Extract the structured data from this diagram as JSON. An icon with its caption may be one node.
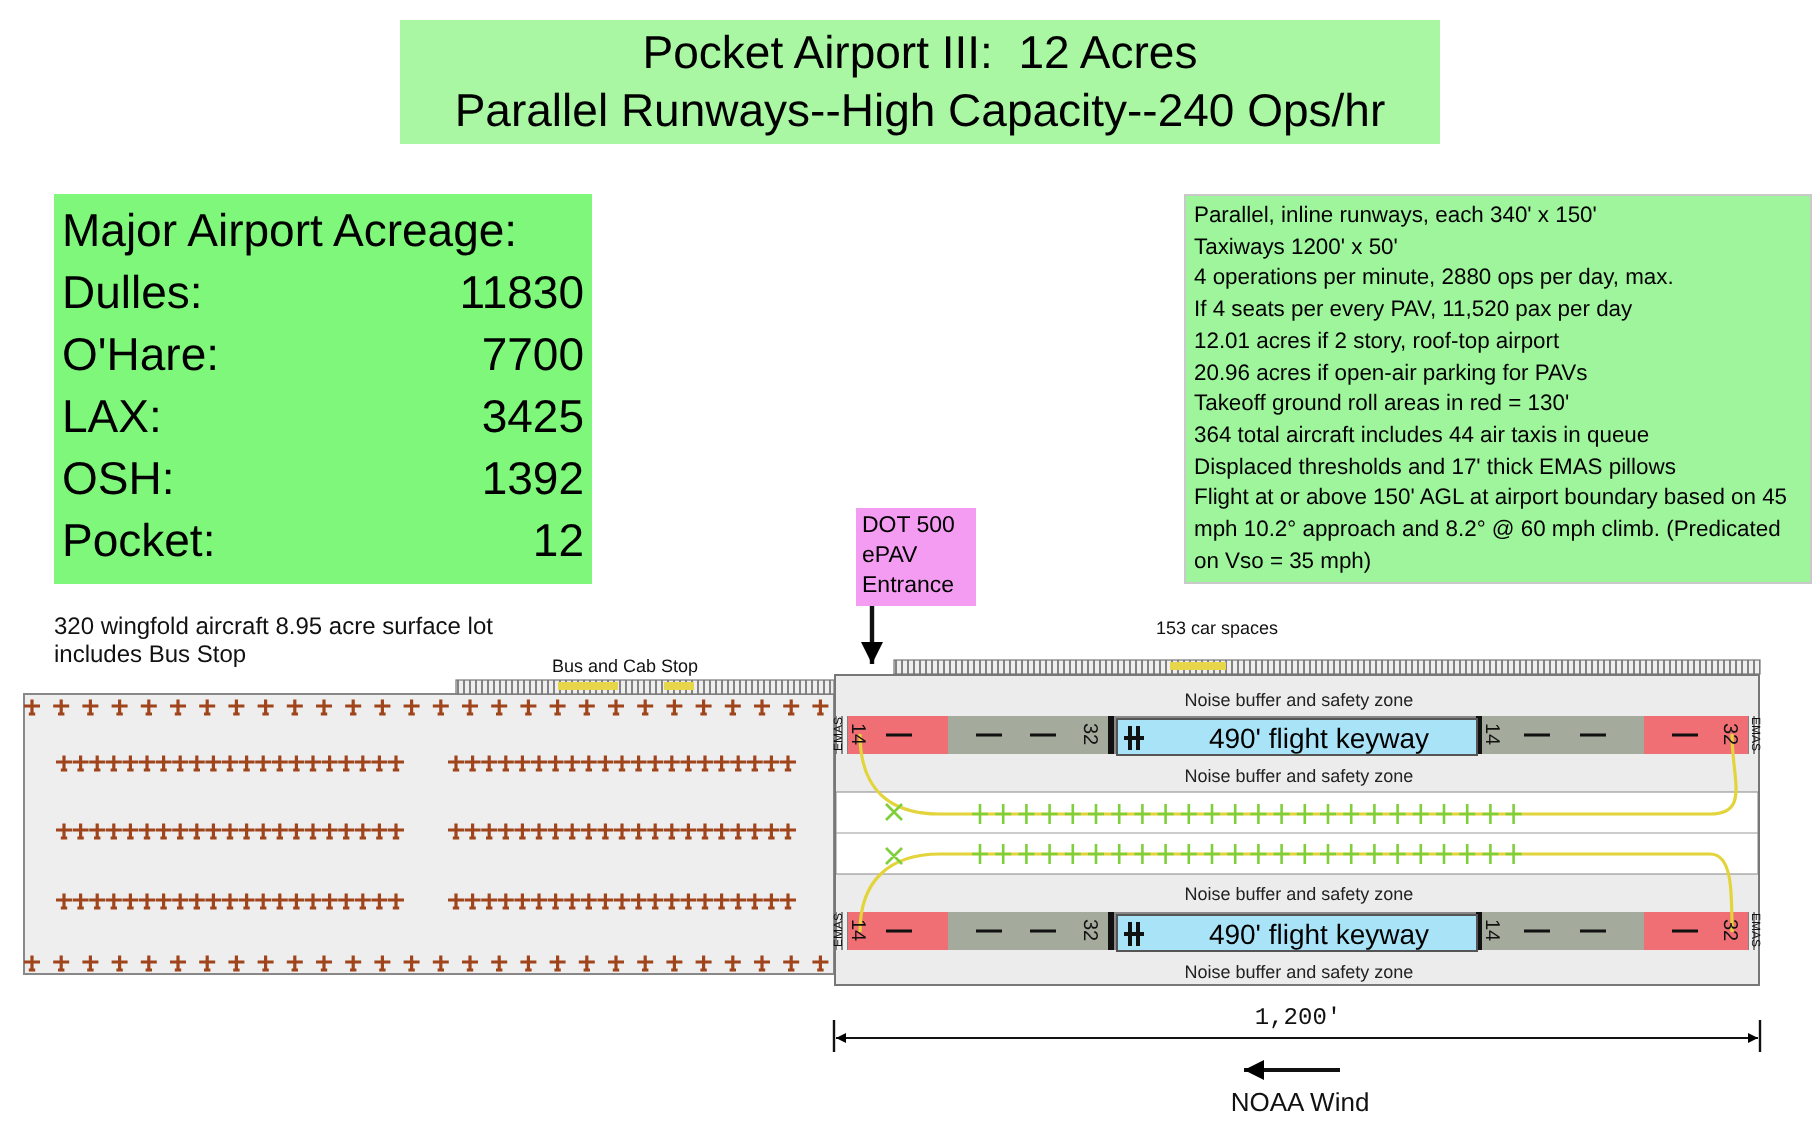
{
  "diagram": {
    "nodes": [
      {
        "text": [
          "Pocket Airport III:  12 Acres",
          "Parallel Runways--High Capacity--240 Ops/hr"
        ]
      },
      {
        "text": [
          "Major Airport Acreage:",
          "Dulles:",
          "11830",
          "O'Hare:",
          "7700",
          "LAX:",
          "3425",
          "OSH:",
          "1392",
          "Pocket:",
          "12"
        ]
      },
      {
        "text": [
          "Parallel, inline runways, each 340' x 150'",
          "Taxiways 1200' x 50'",
          "4 operations per minute, 2880 ops per day, max.",
          "If 4 seats per every PAV, 11,520 pax per day",
          "12.01 acres if 2 story, roof-top airport",
          "20.96 acres if open-air parking for PAVs",
          "Takeoff ground roll areas in red = 130'",
          "364 total aircraft includes 44 air taxis in queue",
          "Displaced thresholds and 17' thick EMAS pillows",
          "Flight at or above 150' AGL at airport boundary based on 45 mph 10.2° approach and 8.2° @ 60 mph climb. (Predicated on Vso = 35 mph)"
        ]
      },
      {
        "text": [
          "DOT 500 ePAV Entrance"
        ]
      },
      {
        "text": [],
        "shape": "box"
      },
      {
        "text": [
          "Noise buffer and safety zone"
        ],
        "in": 4
      },
      {
        "text": [
          "490' flight keyway"
        ],
        "in": 4
      },
      {
        "text": [
          "Noise buffer and safety zone"
        ],
        "in": 4
      },
      {
        "text": [
          "Noise buffer and safety zone"
        ],
        "in": 4
      },
      {
        "text": [
          "490' flight keyway"
        ],
        "in": 4
      },
      {
        "text": [
          "Noise buffer and safety zone"
        ],
        "in": 4
      }
    ],
    "edges": [
      {
        "from": 3,
        "to": 4,
        "arrow": "to"
      }
    ],
    "labels": [
      "320 wingfold aircraft 8.95 acre surface lot includes Bus Stop",
      "Bus and Cab Stop",
      "153 car spaces",
      "14",
      "32",
      "14",
      "32",
      "EMAS",
      "EMAS",
      "14",
      "32",
      "14",
      "32",
      "EMAS",
      "EMAS",
      "1,200'",
      "NOAA Wind"
    ]
  }
}
